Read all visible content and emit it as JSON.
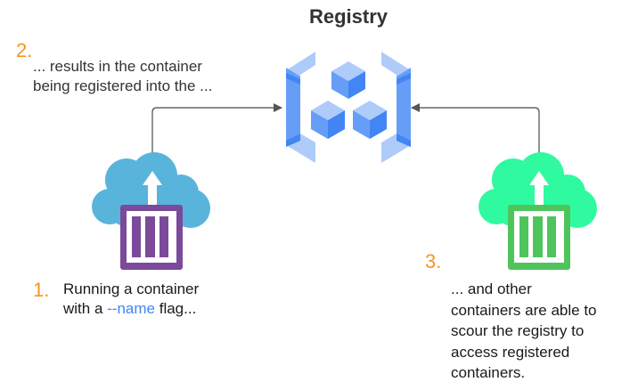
{
  "title": "Registry",
  "steps": [
    {
      "number": "1.",
      "text_before": "Running a container",
      "text_line2_prefix": "with a ",
      "flag": "--name",
      "text_line2_suffix": " flag..."
    },
    {
      "number": "2.",
      "lines": [
        "... results in the container",
        "being registered into the ..."
      ]
    },
    {
      "number": "3.",
      "lines": [
        "... and other",
        "containers are able to",
        "scour the registry to",
        "access registered",
        "containers."
      ]
    }
  ],
  "icons": {
    "registry": "container-registry-icon",
    "left_cloud": "cloud-upload-icon",
    "left_container": "container-icon",
    "right_cloud": "cloud-upload-icon",
    "right_container": "container-icon"
  },
  "colors": {
    "number_accent": "#f7941d",
    "flag_text": "#4285f4",
    "left_cloud": "#58b4db",
    "left_container": "#7b4a9b",
    "right_cloud": "#2ffa9f",
    "right_container": "#4fc45c",
    "registry_dark": "#4285f4",
    "registry_mid": "#669df6",
    "registry_light": "#aecbfa",
    "connector": "#666666"
  }
}
